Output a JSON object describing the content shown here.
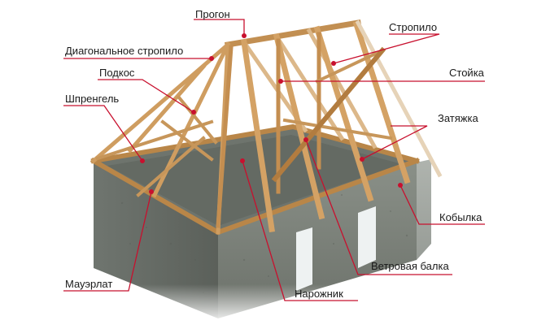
{
  "labels": {
    "progon": "Прогон",
    "diagonal_rafter": "Диагональное стропило",
    "podkos": "Подкос",
    "shprengel": "Шпренгель",
    "mauerlat": "Мауэрлат",
    "stropilo": "Стропило",
    "stoyka": "Стойка",
    "zatyazhka": "Затяжка",
    "kobylka": "Кобылка",
    "wind_beam": "Ветровая балка",
    "narozhnik": "Нарожник"
  },
  "colors": {
    "leader": "#c8102e",
    "wood": "#d2a36b",
    "wood_dark": "#a8763c",
    "concrete": "#7b817b",
    "concrete_dark": "#5d635d",
    "text": "#1a1a1a"
  }
}
